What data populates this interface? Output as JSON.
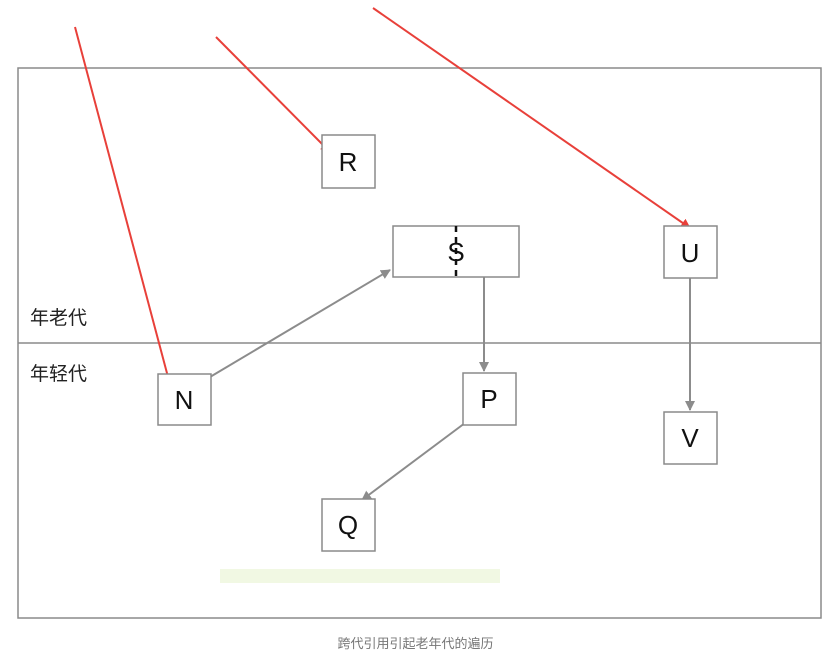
{
  "regions": {
    "old_generation": "年老代",
    "young_generation": "年轻代"
  },
  "nodes": {
    "R": "R",
    "S": "S",
    "U": "U",
    "N": "N",
    "P": "P",
    "V": "V",
    "Q": "Q"
  },
  "edges": [
    {
      "from": "N",
      "to": "S",
      "kind": "reference"
    },
    {
      "from": "S",
      "to": "P",
      "kind": "reference"
    },
    {
      "from": "P",
      "to": "Q",
      "kind": "reference"
    },
    {
      "from": "U",
      "to": "V",
      "kind": "reference"
    },
    {
      "from": "external",
      "to": "R",
      "kind": "root"
    },
    {
      "from": "external",
      "to": "N",
      "kind": "root"
    },
    {
      "from": "external",
      "to": "U",
      "kind": "root"
    }
  ],
  "colors": {
    "root_arrow": "#e8403a",
    "reference_arrow": "#8c8c8c",
    "box_border": "#8a8a8a",
    "background": "#ffffff",
    "faint_highlight": "#eef6dc"
  },
  "caption": "跨代引用引起老年代的遍历"
}
